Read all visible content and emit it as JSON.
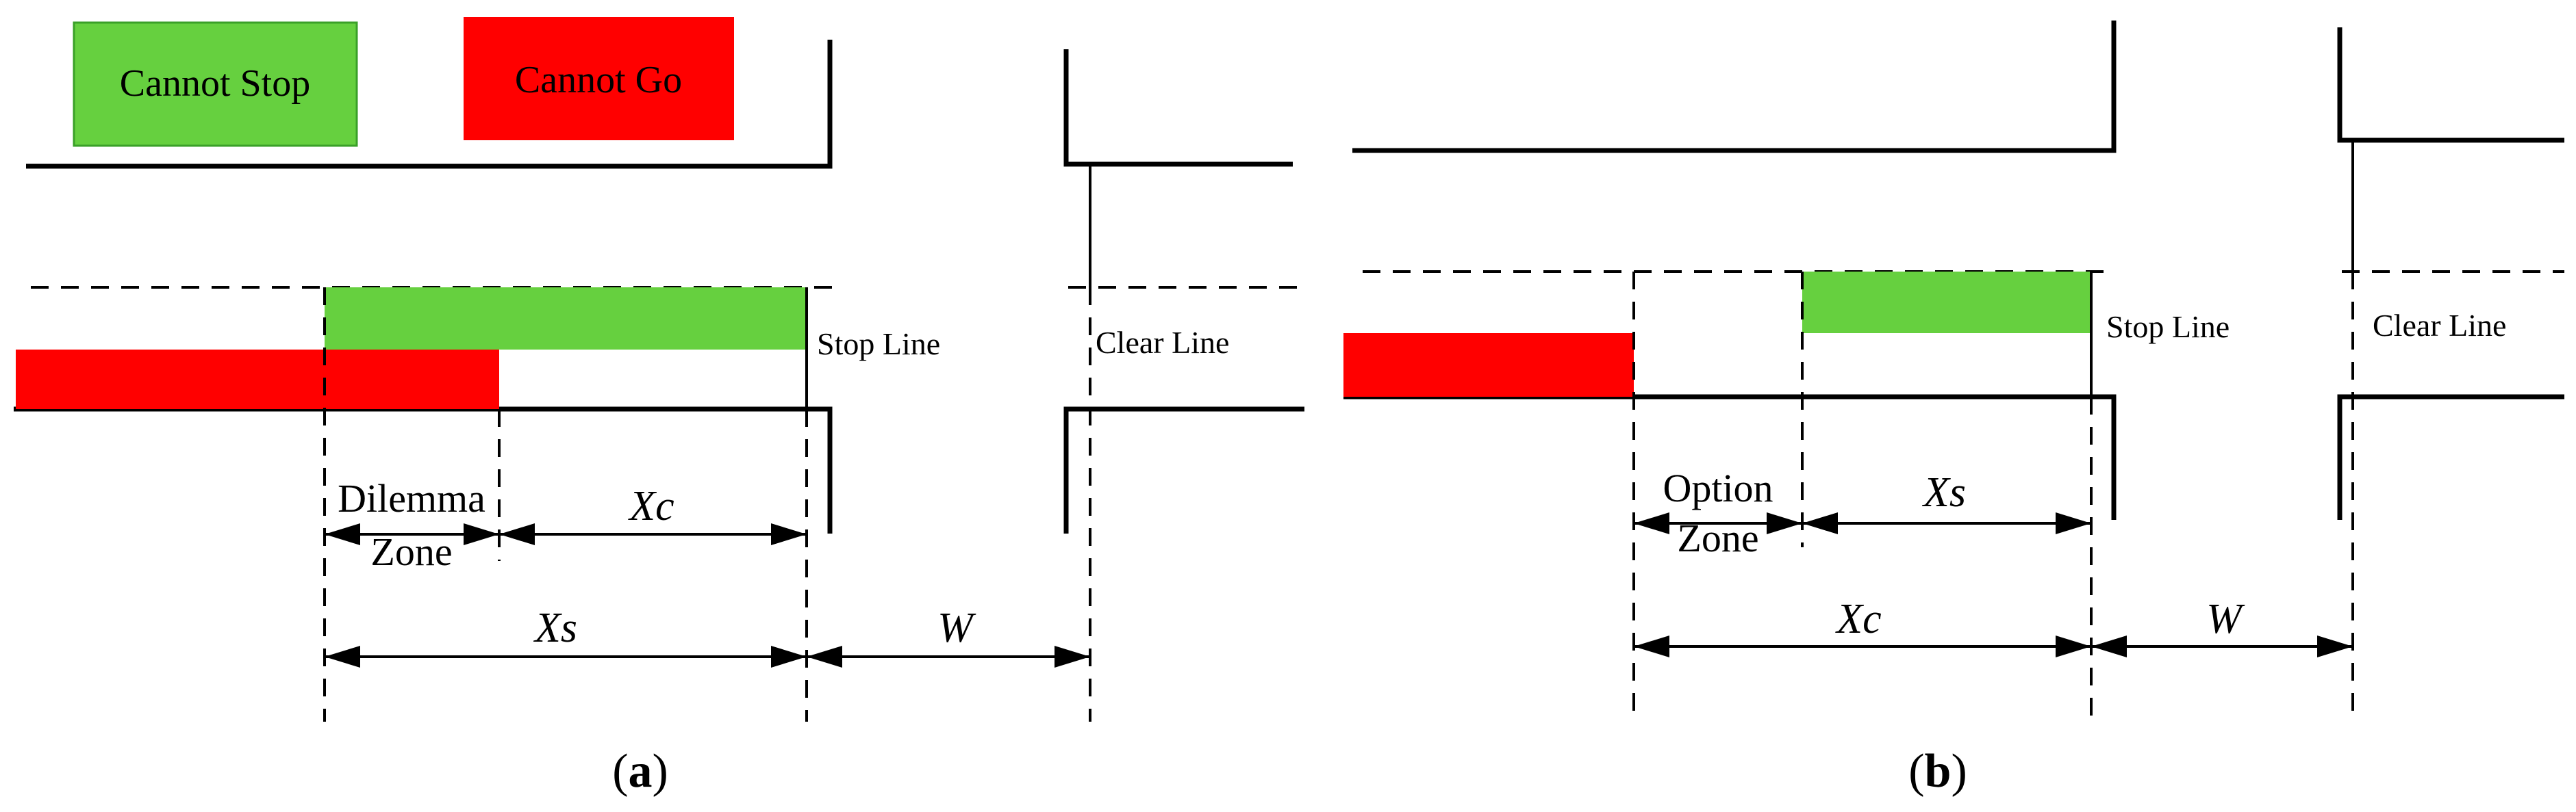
{
  "colors": {
    "cannot_stop": "#66d03f",
    "cannot_go": "#ff0000",
    "line": "#000000"
  },
  "legend": {
    "cannot_stop": "Cannot Stop",
    "cannot_go": "Cannot Go"
  },
  "panel_a": {
    "stop_line": "Stop Line",
    "clear_line": "Clear Line",
    "zone_line1": "Dilemma",
    "zone_line2": "Zone",
    "dim_upper": "Xc",
    "dim_lower": "Xs",
    "dim_w": "W",
    "caption_open": "(",
    "caption_letter": "a",
    "caption_close": ")"
  },
  "panel_b": {
    "stop_line": "Stop Line",
    "clear_line": "Clear Line",
    "zone_line1": "Option",
    "zone_line2": "Zone",
    "dim_upper": "Xs",
    "dim_lower": "Xc",
    "dim_w": "W",
    "caption_open": "(",
    "caption_letter": "b",
    "caption_close": ")"
  }
}
